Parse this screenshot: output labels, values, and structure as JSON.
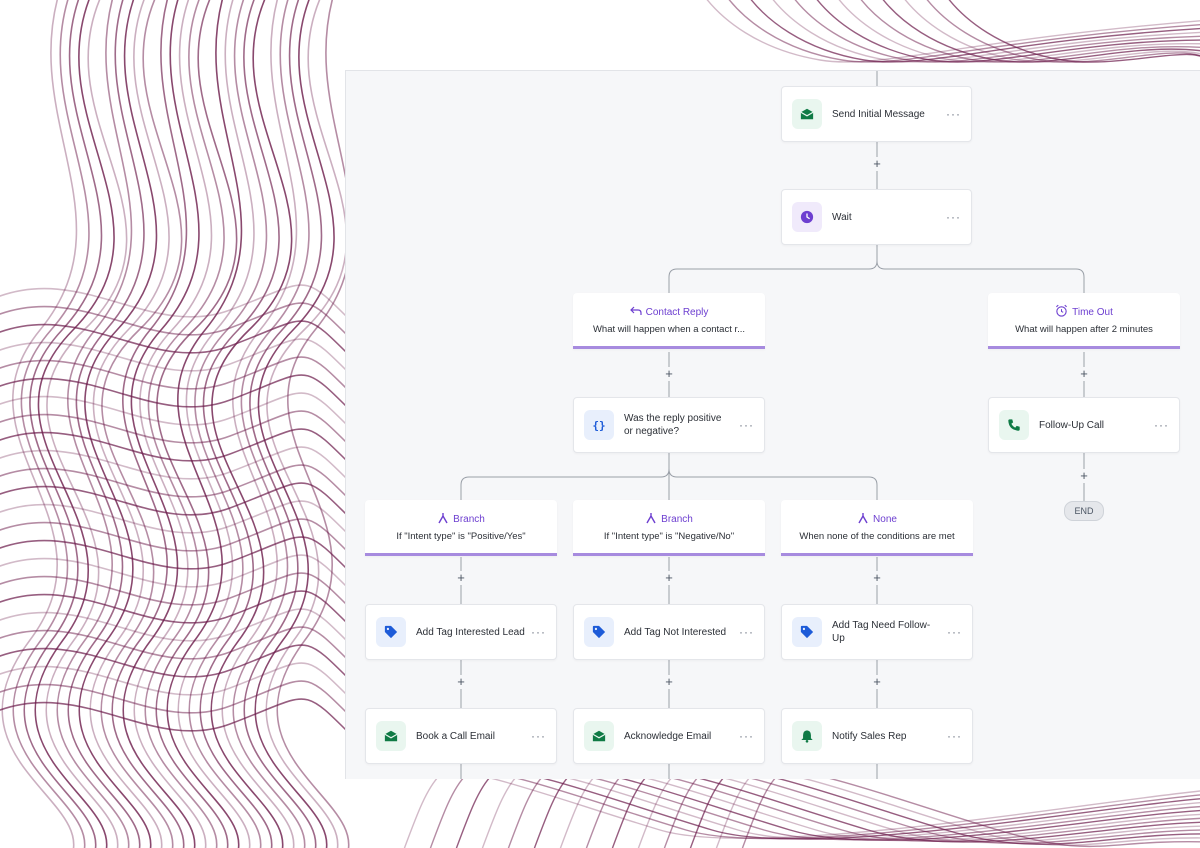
{
  "workflow": {
    "send_initial": {
      "label": "Send Initial Message",
      "icon": "envelope-icon"
    },
    "wait": {
      "label": "Wait",
      "icon": "clock-icon"
    },
    "contact_reply": {
      "title": "Contact Reply",
      "subtitle": "What will happen when a contact r...",
      "icon": "reply-arrow-icon"
    },
    "time_out": {
      "title": "Time Out",
      "subtitle": "What will happen after 2 minutes",
      "icon": "alarm-clock-icon"
    },
    "intent_check": {
      "label": "Was the reply positive or negative?",
      "icon": "code-braces-icon"
    },
    "follow_up_call": {
      "label": "Follow-Up Call",
      "icon": "phone-icon"
    },
    "end_label": "END",
    "branches": [
      {
        "title": "Branch",
        "subtitle": "If \"Intent type\" is \"Positive/Yes\"",
        "tag_label": "Add Tag Interested Lead",
        "action_label": "Book a Call Email",
        "action_icon": "envelope-icon"
      },
      {
        "title": "Branch",
        "subtitle": "If \"Intent type\" is \"Negative/No\"",
        "tag_label": "Add Tag Not Interested",
        "action_label": "Acknowledge Email",
        "action_icon": "envelope-icon"
      },
      {
        "title": "None",
        "subtitle": "When none of the conditions are met",
        "tag_label": "Add Tag Need Follow-Up",
        "action_label": "Notify Sales Rep",
        "action_icon": "bell-icon"
      }
    ],
    "more_label": "···",
    "plus_label": "+"
  },
  "colors": {
    "accent_purple": "#6d3fd0",
    "condition_underline": "#a78bdf",
    "email_green": "#0f7a45",
    "tag_blue": "#1d5bd8",
    "background_swirl": "#6b1a4a"
  }
}
